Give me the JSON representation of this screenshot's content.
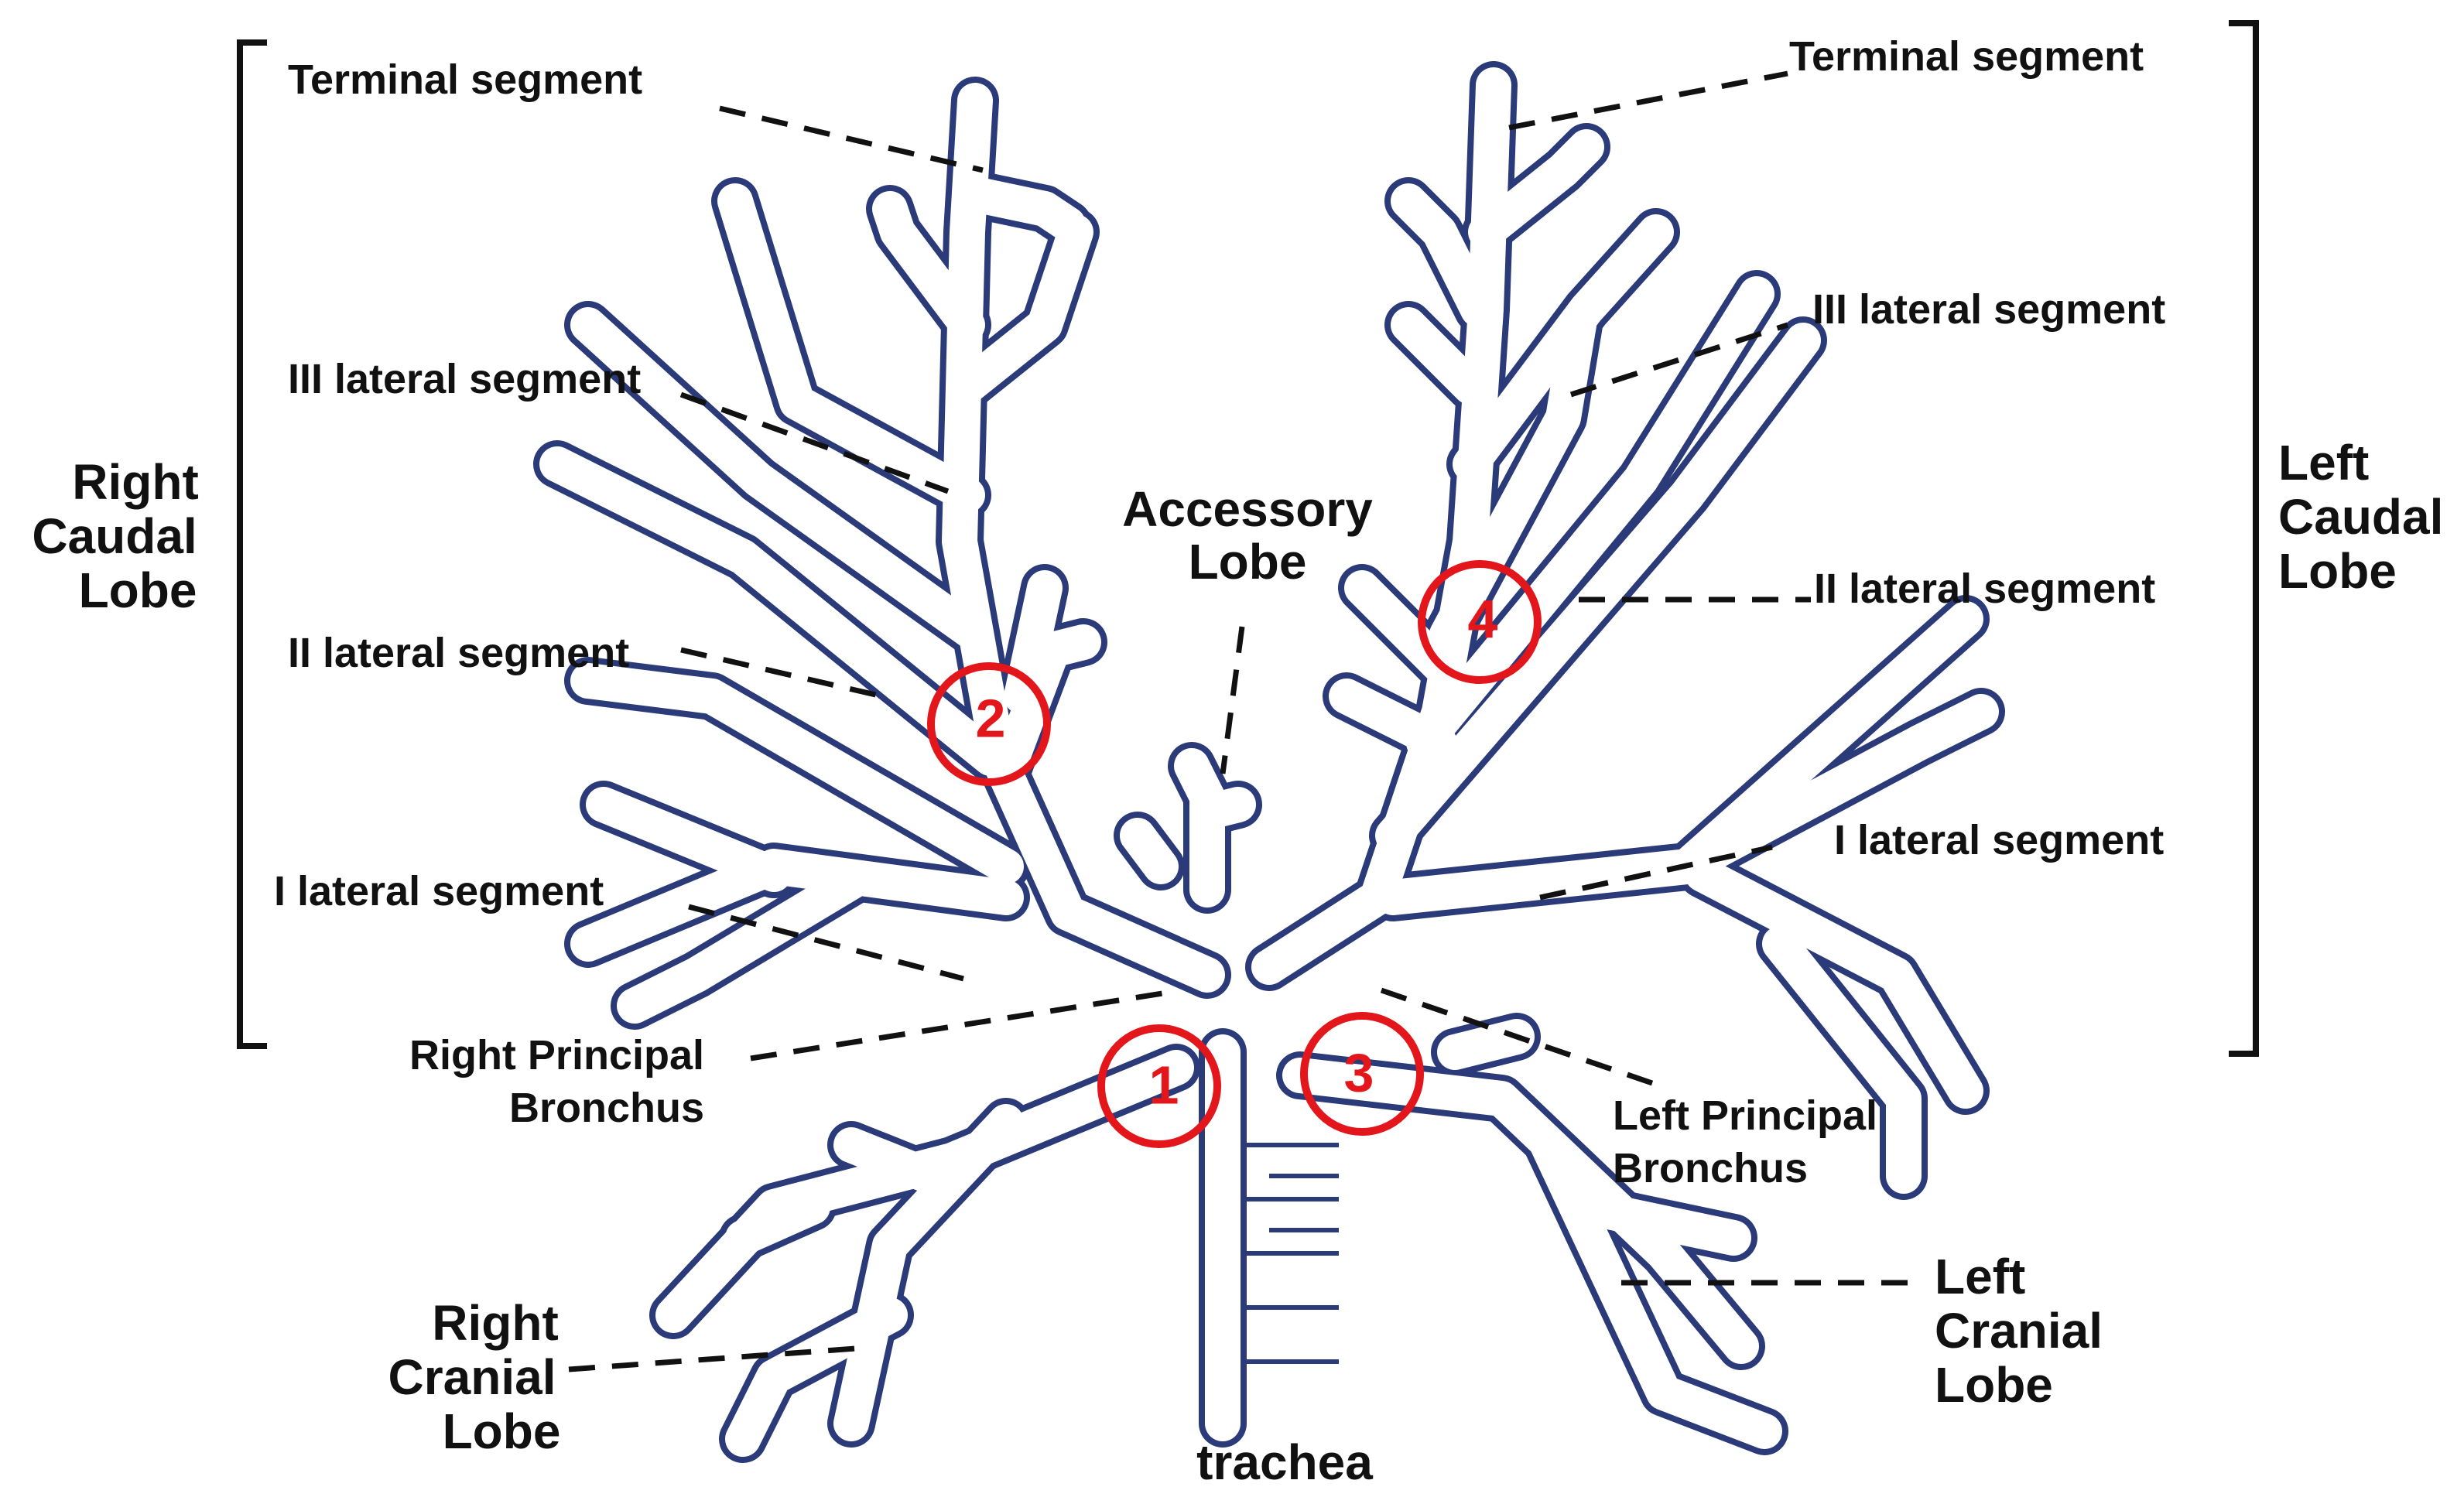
{
  "labels": {
    "terminal_right": "Terminal segment",
    "terminal_left": "Terminal segment",
    "iii_lateral_right": "III lateral segment",
    "iii_lateral_left": "III lateral segment",
    "ii_lateral_right": "II lateral segment",
    "ii_lateral_left": "II lateral segment",
    "i_lateral_right": "I lateral segment",
    "i_lateral_left": "I lateral segment",
    "right_caudal_lobe": [
      "Right",
      "Caudal",
      "Lobe"
    ],
    "left_caudal_lobe": [
      "Left",
      "Caudal",
      "Lobe"
    ],
    "accessory_lobe": [
      "Accessory",
      "Lobe"
    ],
    "right_principal_bronchus": [
      "Right Principal",
      "Bronchus"
    ],
    "left_principal_bronchus": [
      "Left Principal",
      "Bronchus"
    ],
    "right_cranial_lobe": [
      "Right",
      "Cranial",
      "Lobe"
    ],
    "left_cranial_lobe": [
      "Left",
      "Cranial",
      "Lobe"
    ],
    "trachea": "trachea"
  },
  "markers": [
    {
      "number": "1"
    },
    {
      "number": "2"
    },
    {
      "number": "3"
    },
    {
      "number": "4"
    }
  ],
  "colors": {
    "airway_outline": "#2b3a78",
    "marker": "#e3161b",
    "text": "#111111"
  }
}
